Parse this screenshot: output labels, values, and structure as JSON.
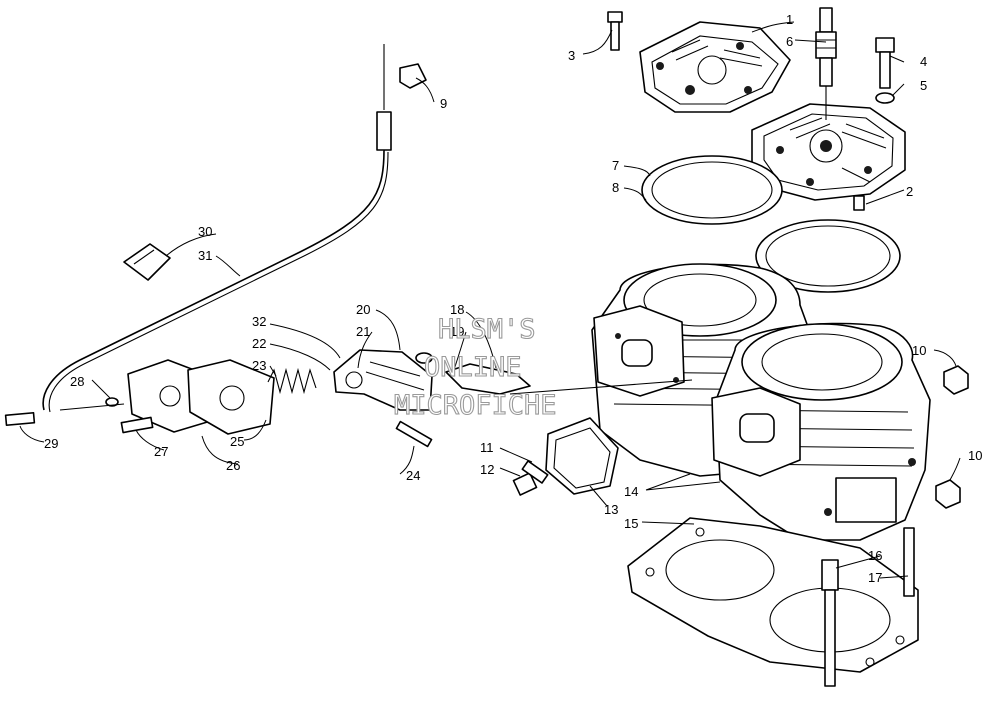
{
  "diagram": {
    "callouts": [
      "1",
      "2",
      "3",
      "4",
      "5",
      "6",
      "7",
      "8",
      "9",
      "10",
      "10",
      "11",
      "12",
      "13",
      "14",
      "15",
      "16",
      "17",
      "18",
      "19",
      "20",
      "21",
      "22",
      "23",
      "24",
      "25",
      "26",
      "27",
      "28",
      "29",
      "30",
      "31",
      "32"
    ],
    "watermark": [
      "HLSM'S",
      "ONLINE",
      "MICROFICHE"
    ]
  }
}
